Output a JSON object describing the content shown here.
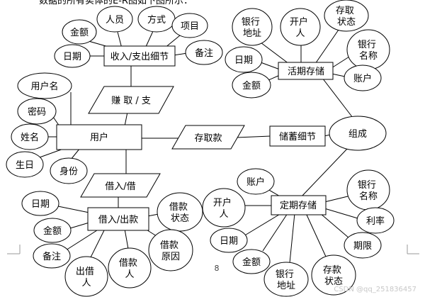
{
  "document": {
    "intro_text": "数据的所有实体的E-R图如下图所示：",
    "page_number": "8",
    "watermark": "CSDN @qq_251836457"
  },
  "entities": {
    "income_expense_detail": "收入/支出细节",
    "user": "用户",
    "current_deposit": "活期存储",
    "savings_detail": "储蓄细节",
    "fixed_deposit": "定期存储",
    "loan": "借入/出款"
  },
  "relationships": {
    "earn_spend": "赚 取 / 支",
    "deposit_withdraw": "存取款",
    "borrow": "借入/借",
    "compose": "组成"
  },
  "attributes": {
    "income_expense_detail": {
      "amount": "金额",
      "person": "人员",
      "method": "方式",
      "item": "项目",
      "date": "日期",
      "note": "备注"
    },
    "user": {
      "username": "用户名",
      "password": "密码",
      "name": "姓名",
      "birthday": "生日",
      "identity": "身份"
    },
    "current_deposit": {
      "bank_address": [
        "银行",
        "地址"
      ],
      "account_holder": [
        "开户",
        "人"
      ],
      "access_status": [
        "存取",
        "状态"
      ],
      "bank_name": [
        "银行",
        "名称"
      ],
      "account": "账户",
      "date": "日期",
      "amount": "金额"
    },
    "loan": {
      "date": "日期",
      "amount": "金额",
      "note": "备注",
      "lender": [
        "出借",
        "人"
      ],
      "borrower": [
        "借款",
        "人"
      ],
      "loan_status": [
        "借款",
        "状态"
      ],
      "loan_reason": [
        "借款",
        "原因"
      ]
    },
    "fixed_deposit": {
      "account": "账户",
      "account_holder": [
        "开户",
        "人"
      ],
      "date": "日期",
      "amount": "金额",
      "bank_address": [
        "银行",
        "地址"
      ],
      "deposit_status": [
        "存款",
        "状态"
      ],
      "bank_name": [
        "银行",
        "名称"
      ],
      "interest_rate": "利率",
      "term": "期限"
    }
  },
  "colors": {
    "stroke": "#000000",
    "fill": "#ffffff",
    "text": "#000000",
    "watermark": "#c8c8c8"
  }
}
